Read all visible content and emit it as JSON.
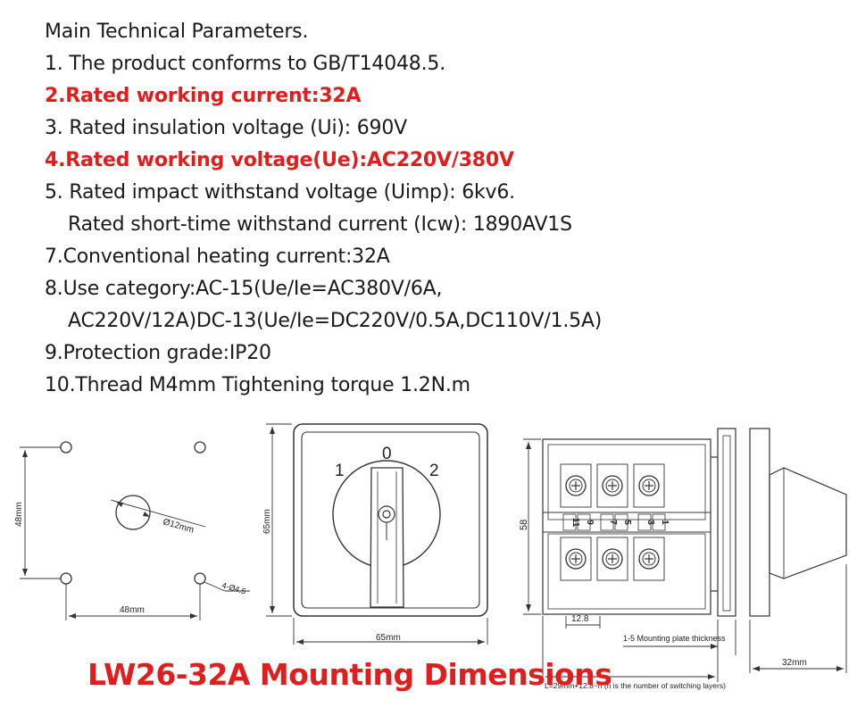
{
  "params": {
    "heading": "Main Technical Parameters.",
    "items": [
      {
        "text": "1. The product conforms to GB/T14048.5.",
        "highlight": false,
        "indent": false
      },
      {
        "text": "2.Rated working current:32A",
        "highlight": true,
        "indent": false
      },
      {
        "text": "3. Rated insulation voltage (Ui): 690V",
        "highlight": false,
        "indent": false
      },
      {
        "text": "4.Rated working voltage(Ue):AC220V/380V",
        "highlight": true,
        "indent": false
      },
      {
        "text": "5. Rated impact withstand voltage (Uimp): 6kv6.",
        "highlight": false,
        "indent": false
      },
      {
        "text": "Rated short-time withstand current (Icw): 1890AV1S",
        "highlight": false,
        "indent": true
      },
      {
        "text": "7.Conventional heating current:32A",
        "highlight": false,
        "indent": false
      },
      {
        "text": "8.Use category:AC-15(Ue/Ie=AC380V/6A,",
        "highlight": false,
        "indent": false
      },
      {
        "text": "AC220V/12A)DC-13(Ue/Ie=DC220V/0.5A,DC110V/1.5A)",
        "highlight": false,
        "indent": true
      },
      {
        "text": "9.Protection grade:IP20",
        "highlight": false,
        "indent": false
      },
      {
        "text": "10.Thread M4mm Tightening torque 1.2N.m",
        "highlight": false,
        "indent": false
      }
    ]
  },
  "drawing1": {
    "height_label": "48mm",
    "width_label": "48mm",
    "center_hole_label": "Ø12mm",
    "corner_holes_label": "4-Ø4.5"
  },
  "drawing2": {
    "height_label": "65mm",
    "width_label": "65mm",
    "pos_0": "0",
    "pos_1": "1",
    "pos_2": "2"
  },
  "drawing3": {
    "height_label": "58",
    "pitch_label": "12.8",
    "plate_label": "1-5 Mounting plate thickness",
    "depth_label": "32mm",
    "formula": "L=29mm+12.8~n (n is the number of switching layers)",
    "terminal_numbers": [
      "11",
      "9",
      "7",
      "5",
      "3",
      "1"
    ]
  },
  "title": "LW26-32A Mounting Dimensions",
  "colors": {
    "highlight": "#e01e1e",
    "text": "#1a1a1a",
    "line": "#333333"
  }
}
